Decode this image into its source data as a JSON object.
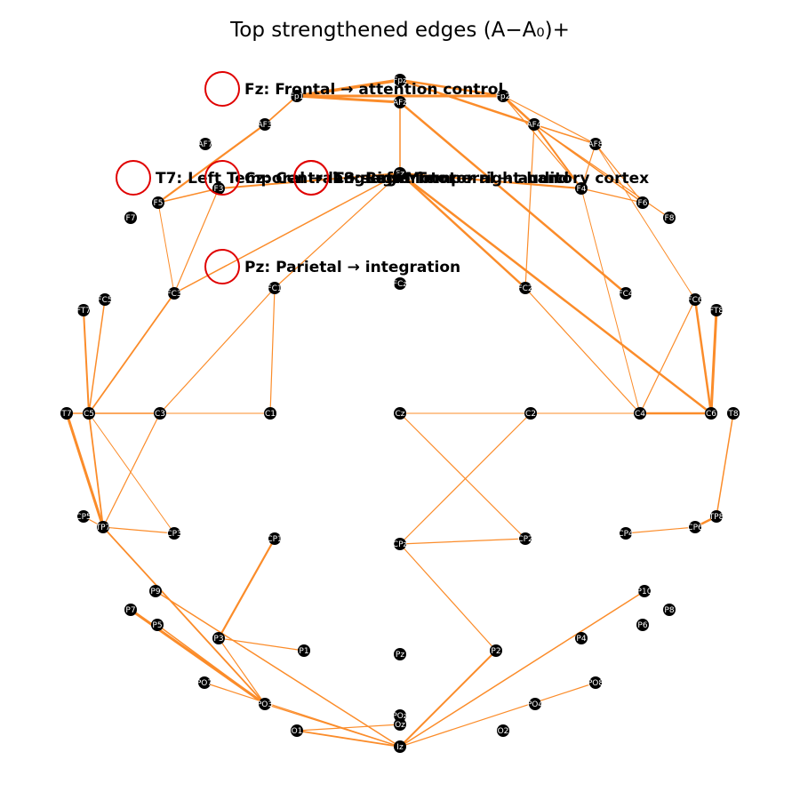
{
  "title": "Top strengthened edges (A−A₀)+",
  "colors": {
    "edge": "#fb8c2a",
    "node": "#000000",
    "node_label": "#ffffff",
    "highlight_ring": "#e00000",
    "background": "#ffffff"
  },
  "chart_data": {
    "type": "network",
    "nodes": [
      {
        "id": "Fpz",
        "label": "Fpz"
      },
      {
        "id": "Fp1",
        "label": "Fp1"
      },
      {
        "id": "Fp2",
        "label": "Fp2"
      },
      {
        "id": "AFz",
        "label": "AFz"
      },
      {
        "id": "AF3",
        "label": "AF3"
      },
      {
        "id": "AF4",
        "label": "AF4"
      },
      {
        "id": "AF7",
        "label": "AF7"
      },
      {
        "id": "AF8",
        "label": "AF8"
      },
      {
        "id": "Fz",
        "label": "Fz"
      },
      {
        "id": "F3",
        "label": "F3"
      },
      {
        "id": "F4",
        "label": "F4"
      },
      {
        "id": "F5",
        "label": "F5"
      },
      {
        "id": "F6",
        "label": "F6"
      },
      {
        "id": "F7",
        "label": "F7"
      },
      {
        "id": "F8",
        "label": "F8"
      },
      {
        "id": "FC1",
        "label": "FC1"
      },
      {
        "id": "FC2",
        "label": "FC2"
      },
      {
        "id": "FC3",
        "label": "FC3"
      },
      {
        "id": "FC4",
        "label": "FC4"
      },
      {
        "id": "FC5",
        "label": "FC5"
      },
      {
        "id": "FC6",
        "label": "FC6"
      },
      {
        "id": "FCz",
        "label": "FCz"
      },
      {
        "id": "FT7",
        "label": "FT7"
      },
      {
        "id": "FT8",
        "label": "FT8"
      },
      {
        "id": "T7",
        "label": "T7"
      },
      {
        "id": "C5",
        "label": "C5"
      },
      {
        "id": "C3",
        "label": "C3"
      },
      {
        "id": "C1",
        "label": "C1"
      },
      {
        "id": "Cz",
        "label": "Cz"
      },
      {
        "id": "C2",
        "label": "C2"
      },
      {
        "id": "C4",
        "label": "C4"
      },
      {
        "id": "C6",
        "label": "C6"
      },
      {
        "id": "T8",
        "label": "T8"
      },
      {
        "id": "TP7",
        "label": "TP7"
      },
      {
        "id": "CP5",
        "label": "CP5"
      },
      {
        "id": "CP3",
        "label": "CP3"
      },
      {
        "id": "CP1",
        "label": "CP1"
      },
      {
        "id": "CPz",
        "label": "CPz"
      },
      {
        "id": "CP2",
        "label": "CP2"
      },
      {
        "id": "CP4",
        "label": "CP4"
      },
      {
        "id": "CP6",
        "label": "CP6"
      },
      {
        "id": "TP8",
        "label": "TP8"
      },
      {
        "id": "P9",
        "label": "P9"
      },
      {
        "id": "P7",
        "label": "P7"
      },
      {
        "id": "P5",
        "label": "P5"
      },
      {
        "id": "P3",
        "label": "P3"
      },
      {
        "id": "P1",
        "label": "P1"
      },
      {
        "id": "Pz",
        "label": "Pz"
      },
      {
        "id": "P2",
        "label": "P2"
      },
      {
        "id": "P4",
        "label": "P4"
      },
      {
        "id": "P6",
        "label": "P6"
      },
      {
        "id": "P8",
        "label": "P8"
      },
      {
        "id": "P10",
        "label": "P10"
      },
      {
        "id": "PO7",
        "label": "PO7"
      },
      {
        "id": "PO3",
        "label": "PO3"
      },
      {
        "id": "POz",
        "label": "POz"
      },
      {
        "id": "PO4",
        "label": "PO4"
      },
      {
        "id": "PO8",
        "label": "PO8"
      },
      {
        "id": "O1",
        "label": "O1"
      },
      {
        "id": "Oz",
        "label": "Oz"
      },
      {
        "id": "O2",
        "label": "O2"
      },
      {
        "id": "Iz",
        "label": "Iz"
      }
    ],
    "edges": [
      {
        "source": "Fp1",
        "target": "Fpz",
        "weight": 3.5
      },
      {
        "source": "Fp1",
        "target": "AFz",
        "weight": 3.0
      },
      {
        "source": "Fp1",
        "target": "Fp2",
        "weight": 3.0
      },
      {
        "source": "Fpz",
        "target": "Fp2",
        "weight": 2.5
      },
      {
        "source": "Fp1",
        "target": "AF3",
        "weight": 1.8
      },
      {
        "source": "AF3",
        "target": "F5",
        "weight": 2.2
      },
      {
        "source": "Fpz",
        "target": "AF4",
        "weight": 2.5
      },
      {
        "source": "Fp2",
        "target": "AF4",
        "weight": 2.5
      },
      {
        "source": "Fp2",
        "target": "AF8",
        "weight": 1.2
      },
      {
        "source": "Fp2",
        "target": "F4",
        "weight": 1.2
      },
      {
        "source": "AF4",
        "target": "AF8",
        "weight": 1.5
      },
      {
        "source": "AF4",
        "target": "F4",
        "weight": 2.0
      },
      {
        "source": "AF4",
        "target": "F6",
        "weight": 1.5
      },
      {
        "source": "AF4",
        "target": "F8",
        "weight": 1.2
      },
      {
        "source": "AF4",
        "target": "FC2",
        "weight": 1.2
      },
      {
        "source": "AF8",
        "target": "F4",
        "weight": 1.2
      },
      {
        "source": "AF8",
        "target": "F6",
        "weight": 1.2
      },
      {
        "source": "AF8",
        "target": "FC6",
        "weight": 1.0
      },
      {
        "source": "AFz",
        "target": "Fz",
        "weight": 1.5
      },
      {
        "source": "AFz",
        "target": "FC4",
        "weight": 2.5
      },
      {
        "source": "Fz",
        "target": "F4",
        "weight": 2.2
      },
      {
        "source": "Fz",
        "target": "F3",
        "weight": 2.0
      },
      {
        "source": "Fz",
        "target": "FC2",
        "weight": 2.5
      },
      {
        "source": "Fz",
        "target": "FC1",
        "weight": 1.2
      },
      {
        "source": "Fz",
        "target": "FC3",
        "weight": 1.5
      },
      {
        "source": "F4",
        "target": "F6",
        "weight": 1.2
      },
      {
        "source": "F4",
        "target": "C4",
        "weight": 1.0
      },
      {
        "source": "F3",
        "target": "F5",
        "weight": 1.5
      },
      {
        "source": "F3",
        "target": "FC3",
        "weight": 1.2
      },
      {
        "source": "F5",
        "target": "FC3",
        "weight": 1.0
      },
      {
        "source": "Fz",
        "target": "C6",
        "weight": 2.5
      },
      {
        "source": "FC3",
        "target": "C5",
        "weight": 1.8
      },
      {
        "source": "FC1",
        "target": "C3",
        "weight": 1.2
      },
      {
        "source": "FC1",
        "target": "C1",
        "weight": 1.2
      },
      {
        "source": "FC2",
        "target": "C4",
        "weight": 1.2
      },
      {
        "source": "FC6",
        "target": "C4",
        "weight": 1.2
      },
      {
        "source": "FC6",
        "target": "C6",
        "weight": 2.5
      },
      {
        "source": "FT8",
        "target": "C6",
        "weight": 3.0
      },
      {
        "source": "FT7",
        "target": "C5",
        "weight": 2.0
      },
      {
        "source": "FC5",
        "target": "C5",
        "weight": 1.5
      },
      {
        "source": "C5",
        "target": "C3",
        "weight": 1.5
      },
      {
        "source": "C3",
        "target": "C1",
        "weight": 1.0
      },
      {
        "source": "C5",
        "target": "CP3",
        "weight": 1.0
      },
      {
        "source": "C5",
        "target": "TP7",
        "weight": 1.8
      },
      {
        "source": "T7",
        "target": "C5",
        "weight": 1.5
      },
      {
        "source": "T7",
        "target": "TP7",
        "weight": 3.0
      },
      {
        "source": "C3",
        "target": "TP7",
        "weight": 1.2
      },
      {
        "source": "TP7",
        "target": "CP5",
        "weight": 1.2
      },
      {
        "source": "TP7",
        "target": "CP3",
        "weight": 1.2
      },
      {
        "source": "TP7",
        "target": "PO3",
        "weight": 1.8
      },
      {
        "source": "Cz",
        "target": "CP2",
        "weight": 1.2
      },
      {
        "source": "C2",
        "target": "CPz",
        "weight": 1.2
      },
      {
        "source": "Cz",
        "target": "C4",
        "weight": 1.0
      },
      {
        "source": "C4",
        "target": "C6",
        "weight": 2.5
      },
      {
        "source": "T8",
        "target": "TP8",
        "weight": 1.5
      },
      {
        "source": "TP8",
        "target": "CP6",
        "weight": 2.5
      },
      {
        "source": "CP6",
        "target": "CP4",
        "weight": 1.2
      },
      {
        "source": "CPz",
        "target": "CP2",
        "weight": 1.2
      },
      {
        "source": "CPz",
        "target": "P2",
        "weight": 1.2
      },
      {
        "source": "P3",
        "target": "CP1",
        "weight": 2.2
      },
      {
        "source": "P3",
        "target": "P1",
        "weight": 1.2
      },
      {
        "source": "P3",
        "target": "PO3",
        "weight": 1.2
      },
      {
        "source": "P7",
        "target": "PO3",
        "weight": 3.0
      },
      {
        "source": "P5",
        "target": "PO3",
        "weight": 1.5
      },
      {
        "source": "P9",
        "target": "Iz",
        "weight": 1.5
      },
      {
        "source": "PO7",
        "target": "Iz",
        "weight": 1.2
      },
      {
        "source": "PO3",
        "target": "Iz",
        "weight": 1.2
      },
      {
        "source": "O1",
        "target": "Iz",
        "weight": 1.8
      },
      {
        "source": "O1",
        "target": "Oz",
        "weight": 1.2
      },
      {
        "source": "Iz",
        "target": "P2",
        "weight": 2.0
      },
      {
        "source": "Iz",
        "target": "P10",
        "weight": 1.5
      },
      {
        "source": "Iz",
        "target": "PO8",
        "weight": 1.2
      }
    ],
    "annotations": [
      {
        "node": "Fz",
        "text": "Fz: Frontal → attention control"
      },
      {
        "node": "T7",
        "text": "T7: Left Temporal → language"
      },
      {
        "node": "Cz",
        "text": "Cz: Central → sensorimotor"
      },
      {
        "node": "C3",
        "text": "C3: Left Motor → right-hand"
      },
      {
        "node": "T8",
        "text": "T8: Right Temporal → auditory cortex"
      },
      {
        "node": "Pz",
        "text": "Pz: Parietal → integration"
      }
    ]
  }
}
